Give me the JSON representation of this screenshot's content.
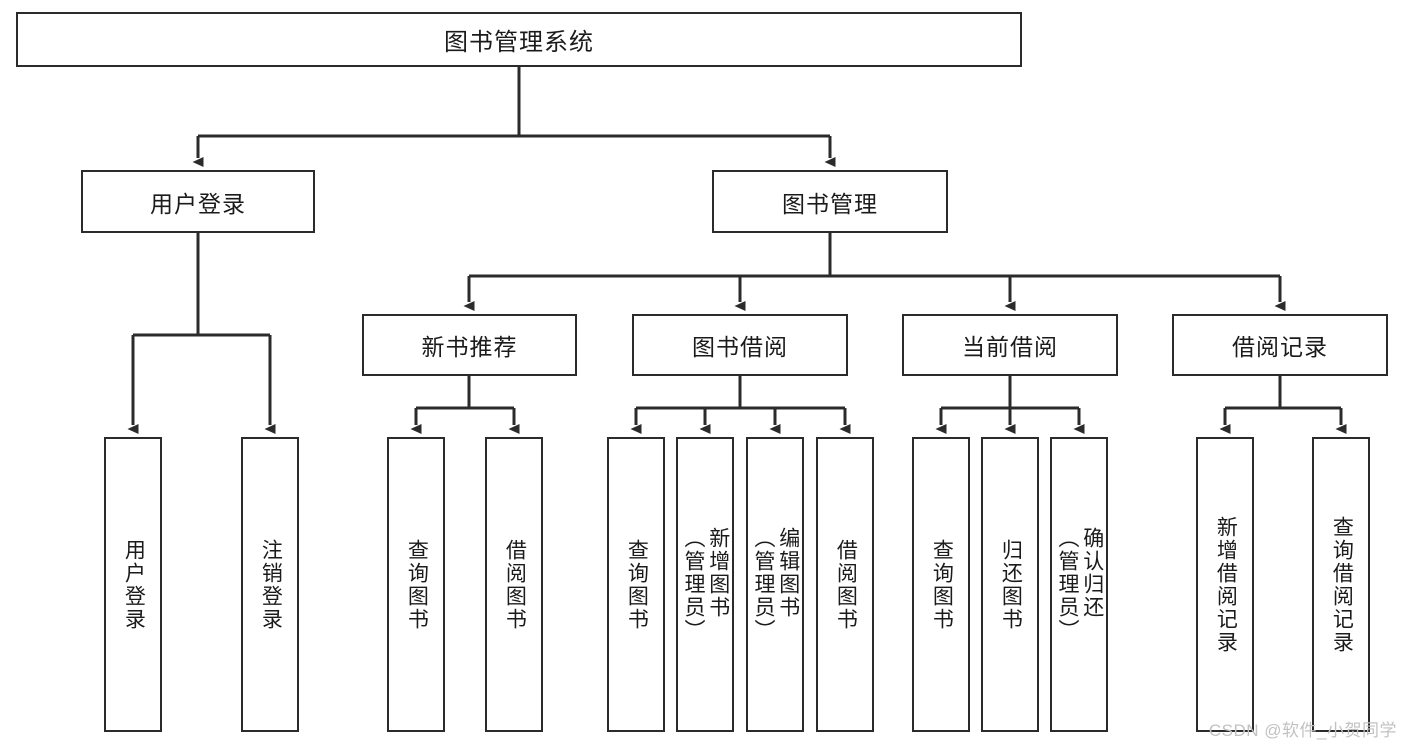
{
  "diagram": {
    "title": "图书管理系统",
    "type": "tree-hierarchy-chart",
    "watermark": "CSDN @软件_小贺同学",
    "colors": {
      "border": "#2b2b2b",
      "background": "#ffffff",
      "text": "#1b1b1b",
      "watermark": "#c2c2c2"
    },
    "root": {
      "label": "图书管理系统"
    },
    "level2": [
      {
        "label": "用户登录"
      },
      {
        "label": "图书管理"
      }
    ],
    "level3": [
      {
        "label": "新书推荐"
      },
      {
        "label": "图书借阅"
      },
      {
        "label": "当前借阅"
      },
      {
        "label": "借阅记录"
      }
    ],
    "leaves": {
      "user_login": [
        {
          "label": "用户登录"
        },
        {
          "label": "注销登录"
        }
      ],
      "new_book_recommend": [
        {
          "label": "查询图书"
        },
        {
          "label": "借阅图书"
        }
      ],
      "book_borrow": [
        {
          "label": "查询图书"
        },
        {
          "label": "新增图书\n（管理员）"
        },
        {
          "label": "编辑图书\n（管理员）"
        },
        {
          "label": "借阅图书"
        }
      ],
      "current_borrow": [
        {
          "label": "查询图书"
        },
        {
          "label": "归还图书"
        },
        {
          "label": "确认归还\n（管理员）"
        }
      ],
      "borrow_record": [
        {
          "label": "新增借阅记录"
        },
        {
          "label": "查询借阅记录"
        }
      ]
    }
  }
}
